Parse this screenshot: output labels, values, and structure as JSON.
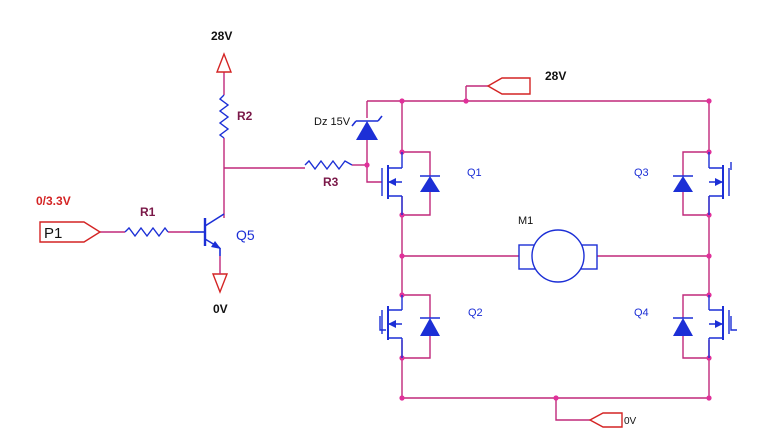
{
  "colors": {
    "wire": "#c0287a",
    "component": "#1c2fd6",
    "port": "#d42424",
    "junction": "#e0309a",
    "label_dark": "#111111",
    "label_ref": "#7a1848",
    "label_red": "#d42424"
  },
  "labels": {
    "supply_top": "28V",
    "supply_right": "28V",
    "gnd_transistor": "0V",
    "gnd_bridge": "0V",
    "input_level": "0/3.3V",
    "input_port": "P1",
    "r1": "R1",
    "r2": "R2",
    "r3": "R3",
    "zener": "Dz 15V",
    "q5": "Q5",
    "q1": "Q1",
    "q2": "Q2",
    "q3": "Q3",
    "q4": "Q4",
    "motor": "M1"
  }
}
